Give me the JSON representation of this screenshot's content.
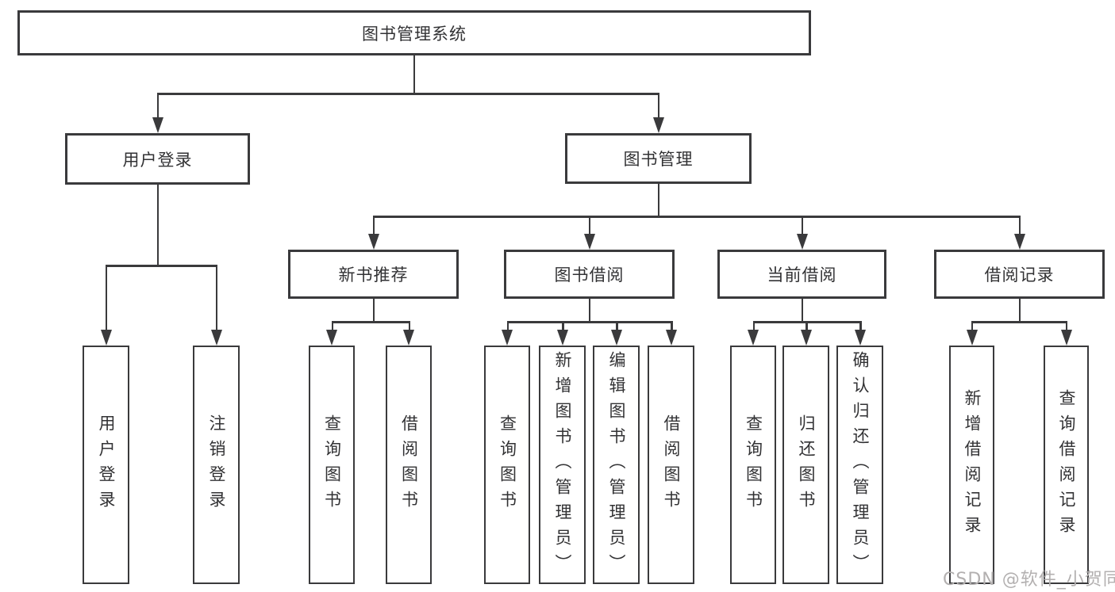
{
  "root": {
    "label": "图书管理系统"
  },
  "user_branch": {
    "label": "用户登录",
    "children": [
      {
        "label": "用户登录"
      },
      {
        "label": "注销登录"
      }
    ]
  },
  "book_branch": {
    "label": "图书管理",
    "groups": [
      {
        "label": "新书推荐",
        "children": [
          {
            "label": "查询图书"
          },
          {
            "label": "借阅图书"
          }
        ]
      },
      {
        "label": "图书借阅",
        "children": [
          {
            "label": "查询图书"
          },
          {
            "label": "新增图书（管理员）"
          },
          {
            "label": "编辑图书（管理员）"
          },
          {
            "label": "借阅图书"
          }
        ]
      },
      {
        "label": "当前借阅",
        "children": [
          {
            "label": "查询图书"
          },
          {
            "label": "归还图书"
          },
          {
            "label": "确认归还（管理员）"
          }
        ]
      },
      {
        "label": "借阅记录",
        "children": [
          {
            "label": "新增借阅记录"
          },
          {
            "label": "查询借阅记录"
          }
        ]
      }
    ]
  },
  "watermark": {
    "text": "CSDN @软件_小贺同学"
  },
  "colors": {
    "line": "#3a3a3c",
    "text": "#323234",
    "watermark": "#b3b0b0",
    "background": "#ffffff"
  }
}
